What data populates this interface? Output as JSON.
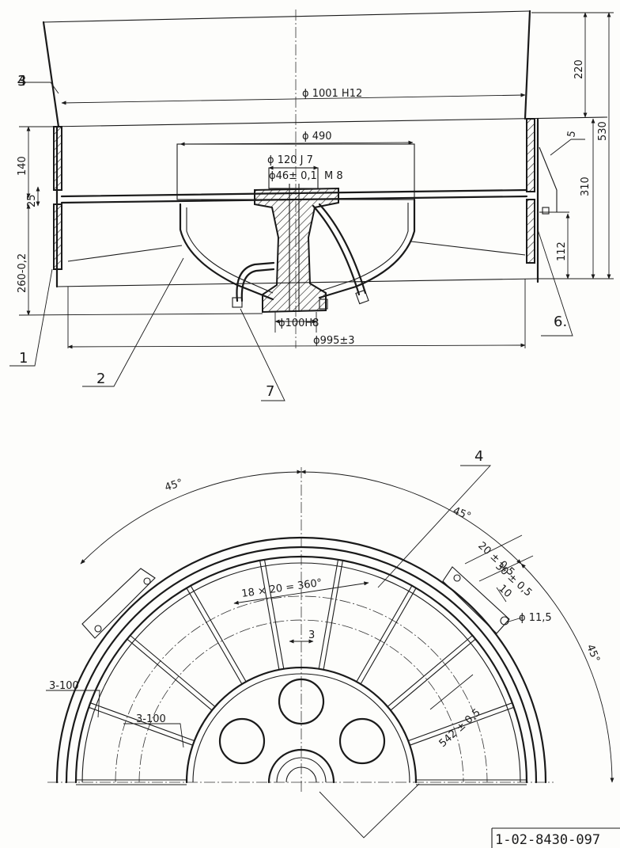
{
  "drawing": {
    "drawing_number": "1-02-8430-097",
    "part_labels": [
      "1",
      "2",
      "3",
      "4",
      "5",
      "6.",
      "7"
    ],
    "top_view_dimensions": {
      "d_1001": "ϕ 1001 H12",
      "d_490": "ϕ 490",
      "d_120": "ϕ 120 J 7",
      "d_46": "ϕ46± 0,1",
      "m8": "M 8",
      "d_100": "ϕ100H8",
      "d_995": "ϕ995±3",
      "h_220": "220",
      "h_530": "530",
      "h_310": "310",
      "h_112": "112",
      "h_140": "140",
      "h_25": "25",
      "h_260": "260-0,2"
    },
    "plan_view_dimensions": {
      "angle_left": "45°",
      "angle_mid": "45°",
      "angle_right": "45°",
      "rib_spacing": "18 × 20 = 360°",
      "rib_thickness": "3",
      "d20": "20 ± 0,5",
      "d30": "30 ± 0,5",
      "d10": "10",
      "d115": "ϕ 11,5",
      "d542": "542 ± 0,5",
      "weld_left": "3-100",
      "weld_inner": "3-100"
    }
  }
}
